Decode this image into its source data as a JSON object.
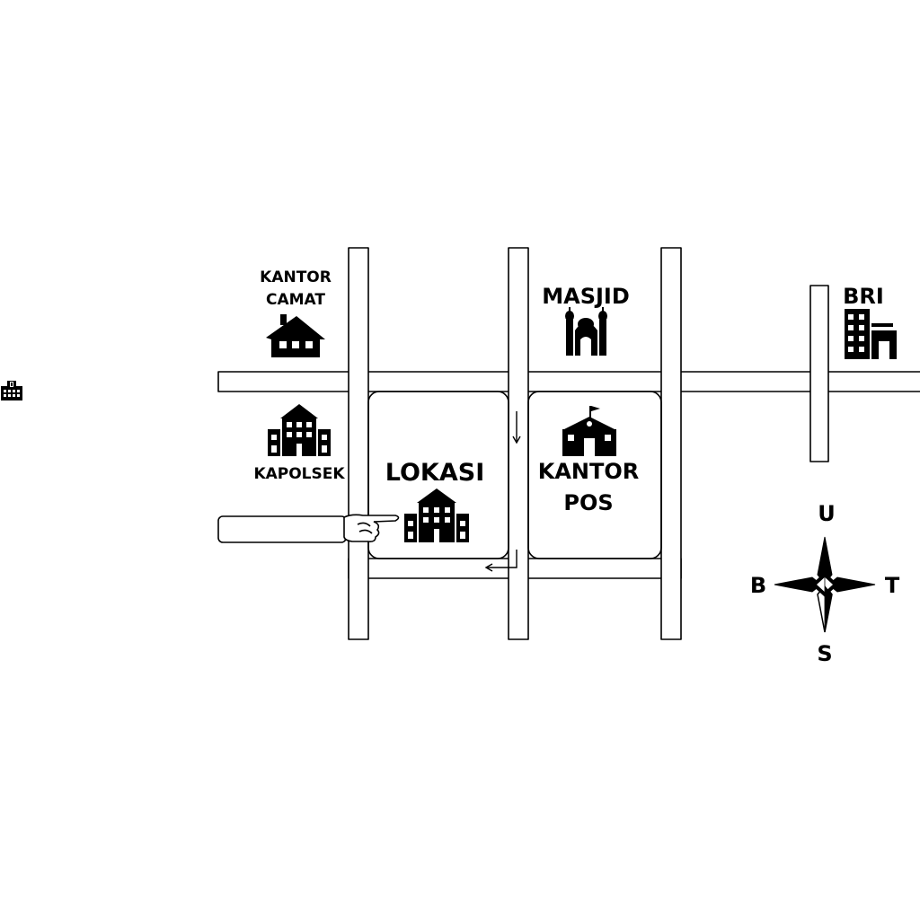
{
  "map": {
    "labels": {
      "kantor_camat_line1": "KANTOR",
      "kantor_camat_line2": "CAMAT",
      "masjid": "MASJID",
      "bri": "BRI",
      "kapolsek": "KAPOLSEK",
      "lokasi": "LOKASI",
      "kantor_pos_line1": "KANTOR",
      "kantor_pos_line2": "POS"
    },
    "compass": {
      "north": "U",
      "south": "S",
      "east": "T",
      "west": "B"
    },
    "colors": {
      "road_fill": "#ffffff",
      "road_edge": "#000000",
      "icon": "#000000",
      "background": "#ffffff"
    },
    "icons": {
      "kantor_camat": "house-icon",
      "masjid": "mosque-icon",
      "bri": "office-building-icon",
      "kapolsek": "police-building-icon",
      "lokasi": "location-building-icon",
      "kantor_pos": "post-office-icon",
      "pointer": "pointing-hand-icon",
      "side": "hospital-icon"
    }
  }
}
